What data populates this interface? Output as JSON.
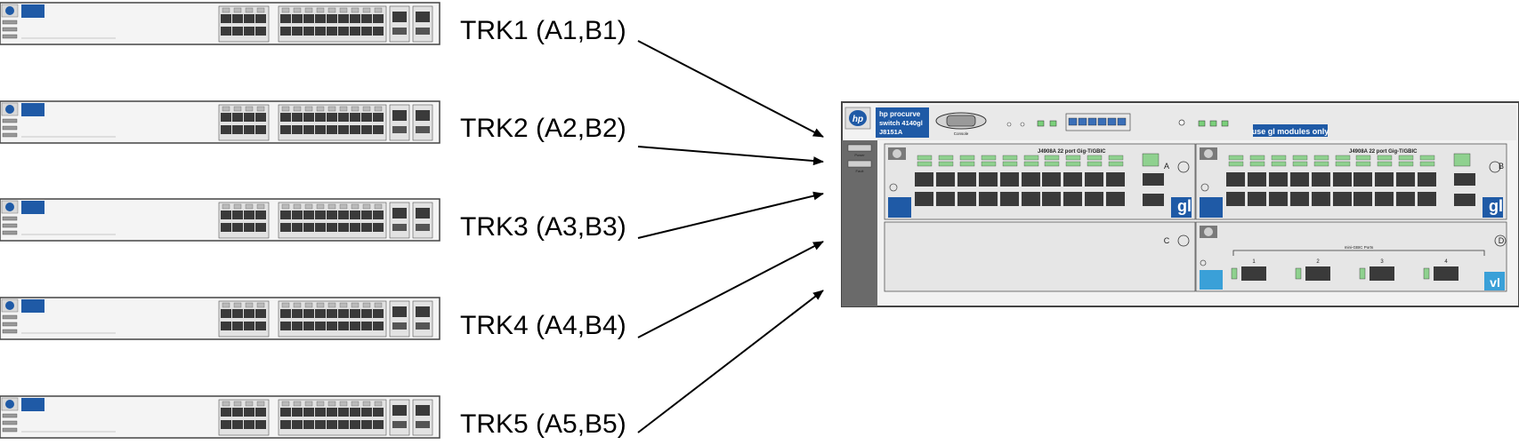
{
  "trunks": [
    {
      "label": "TRK1 (A1,B1)"
    },
    {
      "label": "TRK2 (A2,B2)"
    },
    {
      "label": "TRK3 (A3,B3)"
    },
    {
      "label": "TRK4 (A4,B4)"
    },
    {
      "label": "TRK5 (A5,B5)"
    }
  ],
  "core_switch": {
    "brand_line1": "hp procurve",
    "brand_line2": "switch 4140gl",
    "brand_line3": "J8151A",
    "console_label": "Console",
    "notice": "use gl modules only",
    "power_label": "Power",
    "fault_label": "Fault",
    "modules": [
      {
        "slot": "A",
        "title": "J4908A   22 port   Gig-T/GBIC",
        "badge": "gl",
        "type": "gl"
      },
      {
        "slot": "B",
        "title": "J4908A   22 port   Gig-T/GBIC",
        "badge": "gl",
        "type": "gl"
      },
      {
        "slot": "C",
        "title": "",
        "badge": "",
        "type": "blank"
      },
      {
        "slot": "D",
        "title": "mini-GBIC Ports",
        "badge": "vl",
        "type": "vl",
        "ports": [
          "1",
          "2",
          "3",
          "4"
        ]
      }
    ]
  },
  "colors": {
    "chassis": "#5a5a5a",
    "panel": "#e6e6e6",
    "hp_blue": "#1f5aa6",
    "vl_blue": "#3aa0d8",
    "port": "#3a3a3a"
  }
}
